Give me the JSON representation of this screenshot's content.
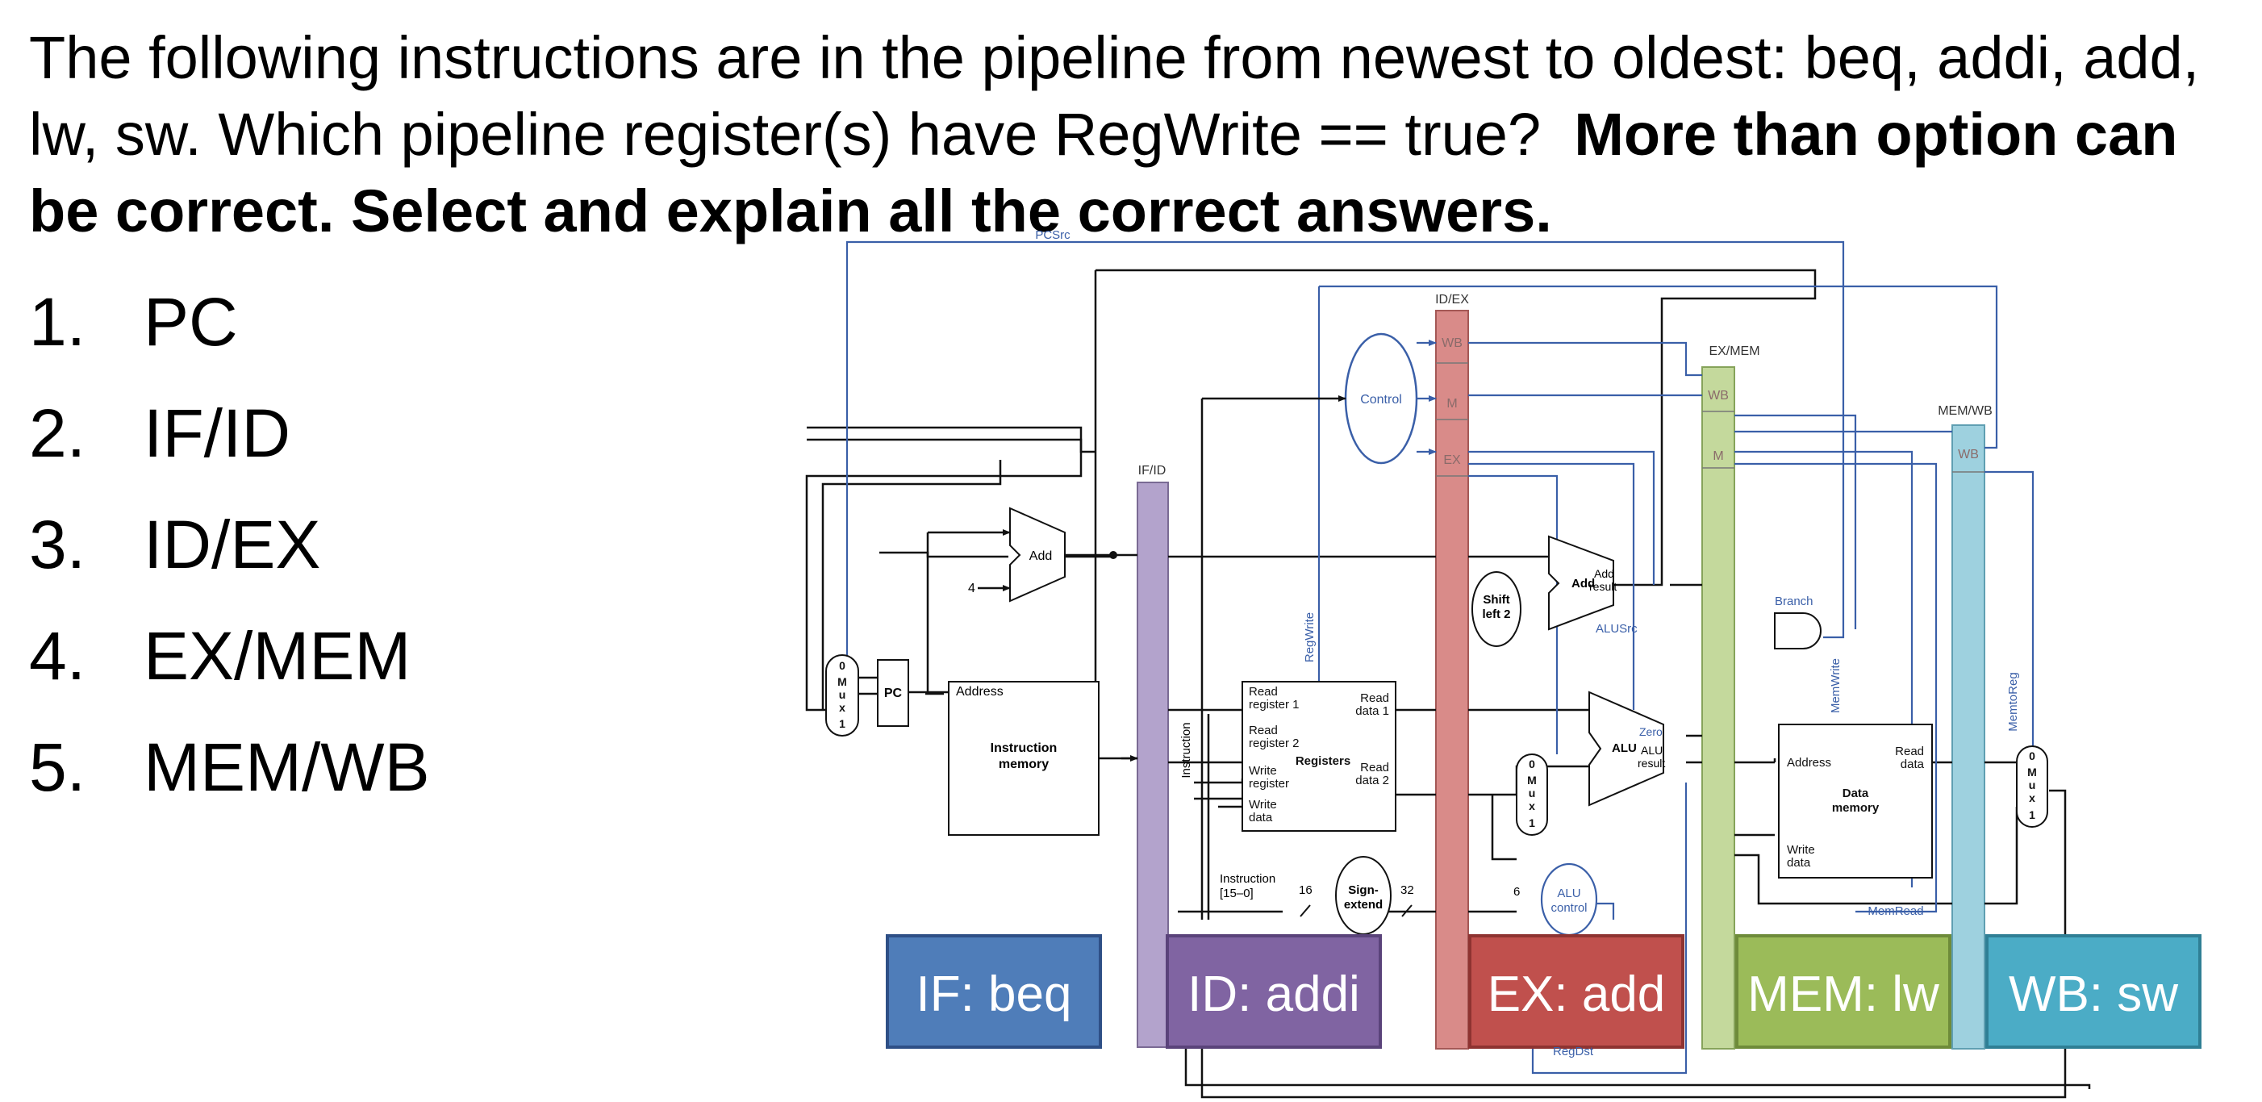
{
  "question": {
    "text": "The following instructions are in the pipeline from newest to oldest: beq, addi, add, lw, sw. Which pipeline register(s) have RegWrite == true?",
    "bold": "More than option can be correct. Select and explain all the correct answers."
  },
  "options": [
    {
      "num": "1.",
      "label": "PC"
    },
    {
      "num": "2.",
      "label": "IF/ID"
    },
    {
      "num": "3.",
      "label": "ID/EX"
    },
    {
      "num": "4.",
      "label": "EX/MEM"
    },
    {
      "num": "5.",
      "label": "MEM/WB"
    }
  ],
  "stages": [
    {
      "label": "IF: beq",
      "color": "#4f7db9"
    },
    {
      "label": "ID: addi",
      "color": "#8064a2"
    },
    {
      "label": "EX: add",
      "color": "#c0504d"
    },
    {
      "label": "MEM: lw",
      "color": "#9bbb59"
    },
    {
      "label": "WB: sw",
      "color": "#4bacc6"
    }
  ],
  "pipeline_registers": {
    "ifid": "IF/ID",
    "idex": "ID/EX",
    "exmem": "EX/MEM",
    "memwb": "MEM/WB",
    "wb": "WB",
    "m": "M",
    "ex": "EX"
  },
  "blocks": {
    "pc": "PC",
    "add": "Add",
    "four": "4",
    "mux_top": "0",
    "mux_bottom": "1",
    "mux_m": "M",
    "mux_u": "u",
    "mux_x": "x",
    "address": "Address",
    "instr_mem_1": "Instruction",
    "instr_mem_2": "memory",
    "instruction_vertical": "Instruction",
    "control": "Control",
    "read_reg1_a": "Read",
    "read_reg1_b": "register 1",
    "read_reg2_a": "Read",
    "read_reg2_b": "register 2",
    "write_reg_a": "Write",
    "write_reg_b": "register",
    "write_data_a": "Write",
    "write_data_b": "data",
    "read_data1_a": "Read",
    "read_data1_b": "data 1",
    "read_data2_a": "Read",
    "read_data2_b": "data 2",
    "registers": "Registers",
    "instr_field_a": "Instruction",
    "instr_field_b": "[15–0]",
    "sixteen": "16",
    "thirtytwo": "32",
    "sign_a": "Sign-",
    "sign_b": "extend",
    "shift_a": "Shift",
    "shift_b": "left 2",
    "add_result_add": "Add",
    "add_result_a": "Add",
    "add_result_b": "result",
    "alusrc": "ALUSrc",
    "alu": "ALU",
    "zero": "Zero",
    "alu_result_a": "ALU",
    "alu_result_b": "result",
    "alu_control_a": "ALU",
    "alu_control_b": "control",
    "six": "6",
    "regwrite": "RegWrite",
    "branch": "Branch",
    "memwrite": "MemWrite",
    "memtoreg": "MemtoReg",
    "memread": "MemRead",
    "dm_address": "Address",
    "dm_read_a": "Read",
    "dm_read_b": "data",
    "dm_a": "Data",
    "dm_b": "memory",
    "dm_write_a": "Write",
    "dm_write_b": "data",
    "regdst": "RegDst",
    "pcsrc": "PCSrc"
  },
  "colors": {
    "wire_black": "#111111",
    "wire_blue": "#3a5fa8",
    "ifid_bar": "#b3a3cc",
    "idex_bar": "#d98b89",
    "exmem_bar": "#c4d99c",
    "memwb_bar": "#9ed1df"
  }
}
